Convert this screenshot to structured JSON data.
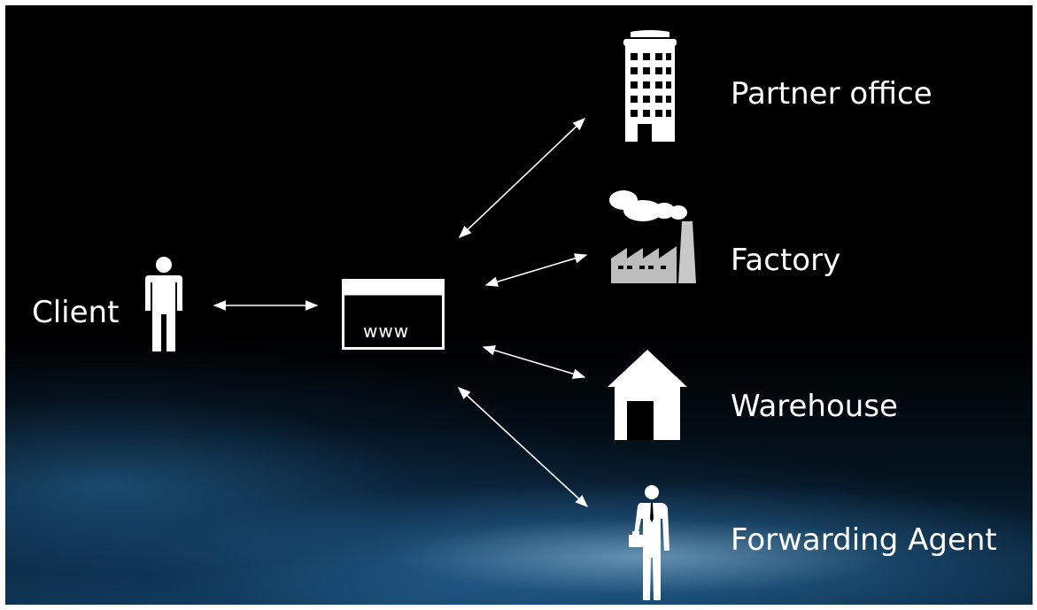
{
  "nodes": {
    "client": "Client",
    "website": "www",
    "partner_office": "Partner office",
    "factory": "Factory",
    "warehouse": "Warehouse",
    "forwarding_agent": "Forwarding Agent"
  },
  "icons": {
    "client": "person-icon",
    "website": "browser-window-icon",
    "partner_office": "office-building-icon",
    "factory": "factory-icon",
    "warehouse": "house-icon",
    "forwarding_agent": "businessman-icon"
  },
  "links": [
    {
      "from": "client",
      "to": "website",
      "direction": "both"
    },
    {
      "from": "website",
      "to": "partner_office",
      "direction": "both"
    },
    {
      "from": "website",
      "to": "factory",
      "direction": "both"
    },
    {
      "from": "website",
      "to": "warehouse",
      "direction": "both"
    },
    {
      "from": "website",
      "to": "forwarding_agent",
      "direction": "both"
    }
  ],
  "colors": {
    "foreground": "#ffffff",
    "background": "#000000",
    "glow": "#7fc4f0"
  }
}
